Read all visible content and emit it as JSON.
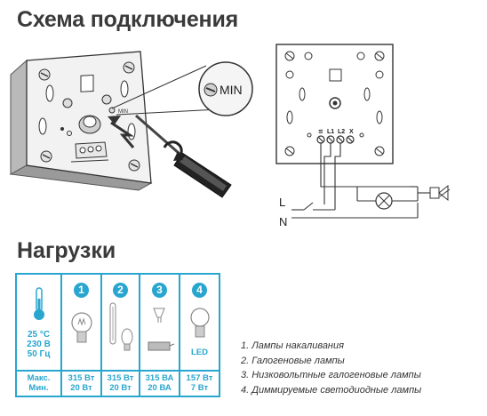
{
  "headings": {
    "wiring": "Схема подключения",
    "loads": "Нагрузки"
  },
  "diagram": {
    "min_label": "MIN",
    "terminal_labels": [
      "≌",
      "L1",
      "L2",
      "X"
    ],
    "line_labels": [
      "L",
      "N"
    ]
  },
  "loads_table": {
    "conditions": [
      "25 °C",
      "230 В",
      "50 Гц"
    ],
    "badges": [
      "1",
      "2",
      "3",
      "4"
    ],
    "led_label": "LED",
    "footer": [
      [
        "Макс.",
        "Мин."
      ],
      [
        "315 Вт",
        "20 Вт"
      ],
      [
        "315 Вт",
        "20 Вт"
      ],
      [
        "315 ВА",
        "20 ВА"
      ],
      [
        "157 Вт",
        "7 Вт"
      ]
    ],
    "accent_color": "#29a6cf"
  },
  "legend": [
    "1. Лампы накаливания",
    "2. Галогеновые лампы",
    "3. Низковольтные галогеновые лампы",
    "4. Диммируемые светодиодные лампы"
  ]
}
